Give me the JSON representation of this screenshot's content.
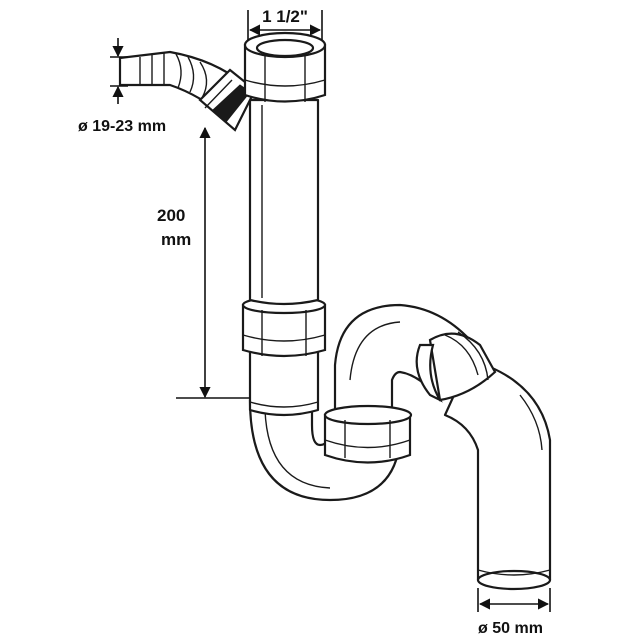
{
  "labels": {
    "top_diameter": "1 1/2\"",
    "hose_diameter": "ø 19-23 mm",
    "height_value": "200",
    "height_unit": "mm",
    "outlet_diameter": "ø 50 mm"
  }
}
